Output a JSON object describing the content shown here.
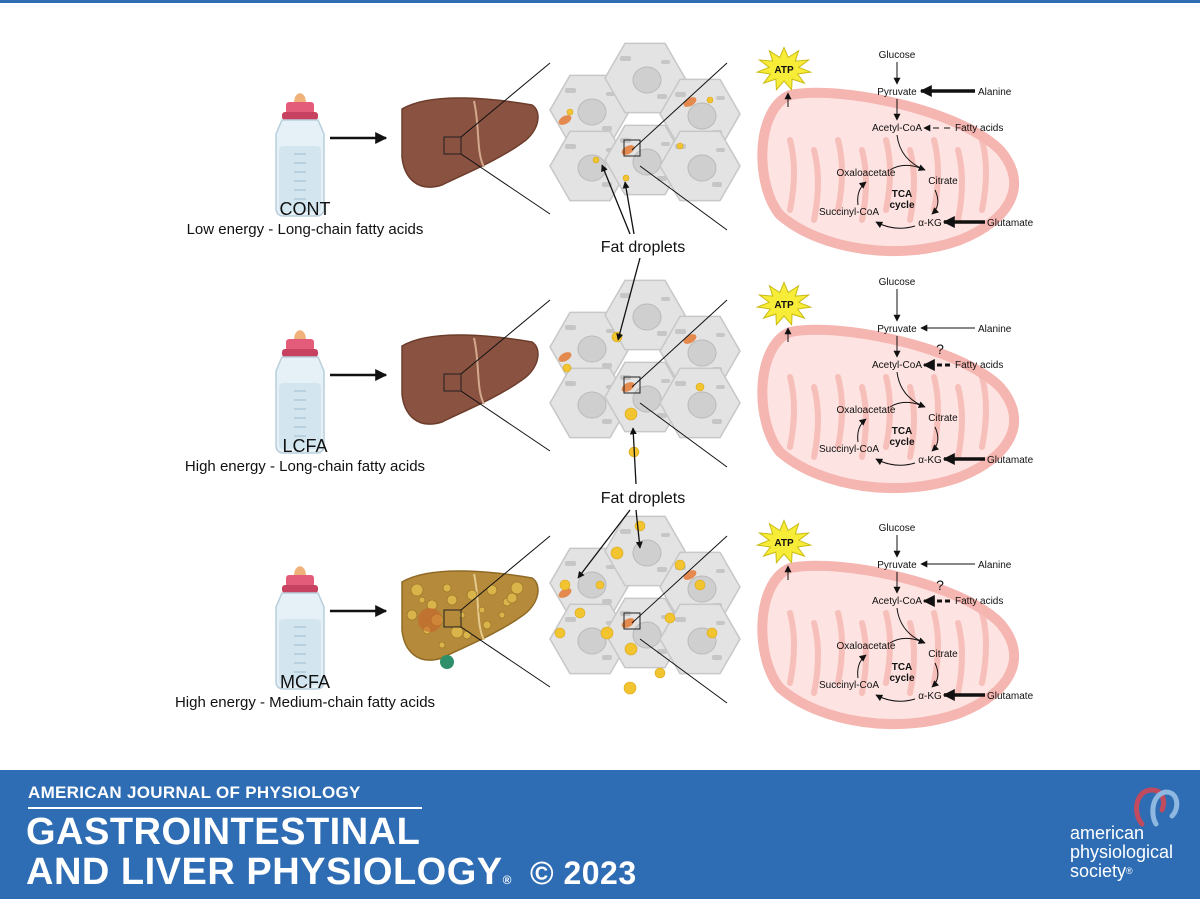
{
  "rows": [
    {
      "id": "cont",
      "label": "CONT",
      "sublabel": "Low energy - Long-chain fatty acids",
      "fattyAcidArrow": "dashed-thin",
      "question": "",
      "alanineArrow": "bold",
      "liverColor": "#8a5240"
    },
    {
      "id": "lcfa",
      "label": "LCFA",
      "sublabel": "High energy - Long-chain fatty acids",
      "fattyAcidArrow": "dashed-bold",
      "question": "?",
      "alanineArrow": "thin",
      "liverColor": "#8a5240"
    },
    {
      "id": "mcfa",
      "label": "MCFA",
      "sublabel": "High energy - Medium-chain fatty acids",
      "fattyAcidArrow": "dashed-bold",
      "question": "?",
      "alanineArrow": "thin",
      "liverColor": "#b58a3a"
    }
  ],
  "fatDropletsLabel": "Fat droplets",
  "pathway": {
    "atp": "ATP",
    "glucose": "Glucose",
    "pyruvate": "Pyruvate",
    "alanine": "Alanine",
    "acetylCoA": "Acetyl-CoA",
    "fattyAcids": "Fatty acids",
    "oxaloacetate": "Oxaloacetate",
    "citrate": "Citrate",
    "tca1": "TCA",
    "tca2": "cycle",
    "succinylCoA": "Succinyl-CoA",
    "akg": "α-KG",
    "glutamate": "Glutamate"
  },
  "footer": {
    "journal": "AMERICAN JOURNAL OF PHYSIOLOGY",
    "title_line1": "GASTROINTESTINAL",
    "title_line2": "AND LIVER PHYSIOLOGY",
    "reg": "®",
    "copyright": "© 2023",
    "society_line1": "american",
    "society_line2": "physiological",
    "society_line3": "society",
    "society_reg": "®"
  },
  "colors": {
    "footerBlue": "#2e6cb4",
    "mitoFill": "#fde3e1",
    "mitoStroke": "#f5b5b0",
    "atpStar": "#f7ec38",
    "fatDroplet": "#f2c530",
    "cellGray": "#e3e3e3"
  }
}
